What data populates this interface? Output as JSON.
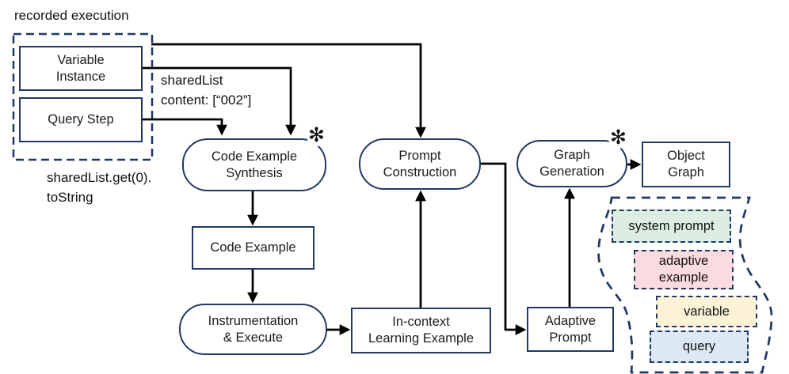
{
  "diagram": {
    "recorded_execution_label": "recorded execution",
    "nodes": {
      "variable_instance": "Variable\nInstance",
      "query_step": "Query Step",
      "code_example_synthesis": "Code Example\nSynthesis",
      "code_example": "Code Example",
      "instrumentation_execute": "Instrumentation\n& Execute",
      "in_context_learning_example": "In-context\nLearning Example",
      "prompt_construction": "Prompt\nConstruction",
      "graph_generation": "Graph\nGeneration",
      "object_graph": "Object\nGraph",
      "adaptive_prompt": "Adaptive\nPrompt"
    },
    "annotations": {
      "shared_list": "sharedList\ncontent: [“002”]",
      "shared_list_get": "sharedList.get(0).\ntoString"
    },
    "legend": {
      "items": [
        {
          "label": "system prompt",
          "color": "#dceee2"
        },
        {
          "label": "adaptive\nexample",
          "color": "#fbdae0"
        },
        {
          "label": "variable",
          "color": "#fcf3d7"
        },
        {
          "label": "query",
          "color": "#dce8f3"
        }
      ]
    },
    "icons": {
      "openai": "✻"
    },
    "colors": {
      "border": "#1f3864",
      "arrow": "#000000",
      "text": "#1c1c1c"
    }
  }
}
